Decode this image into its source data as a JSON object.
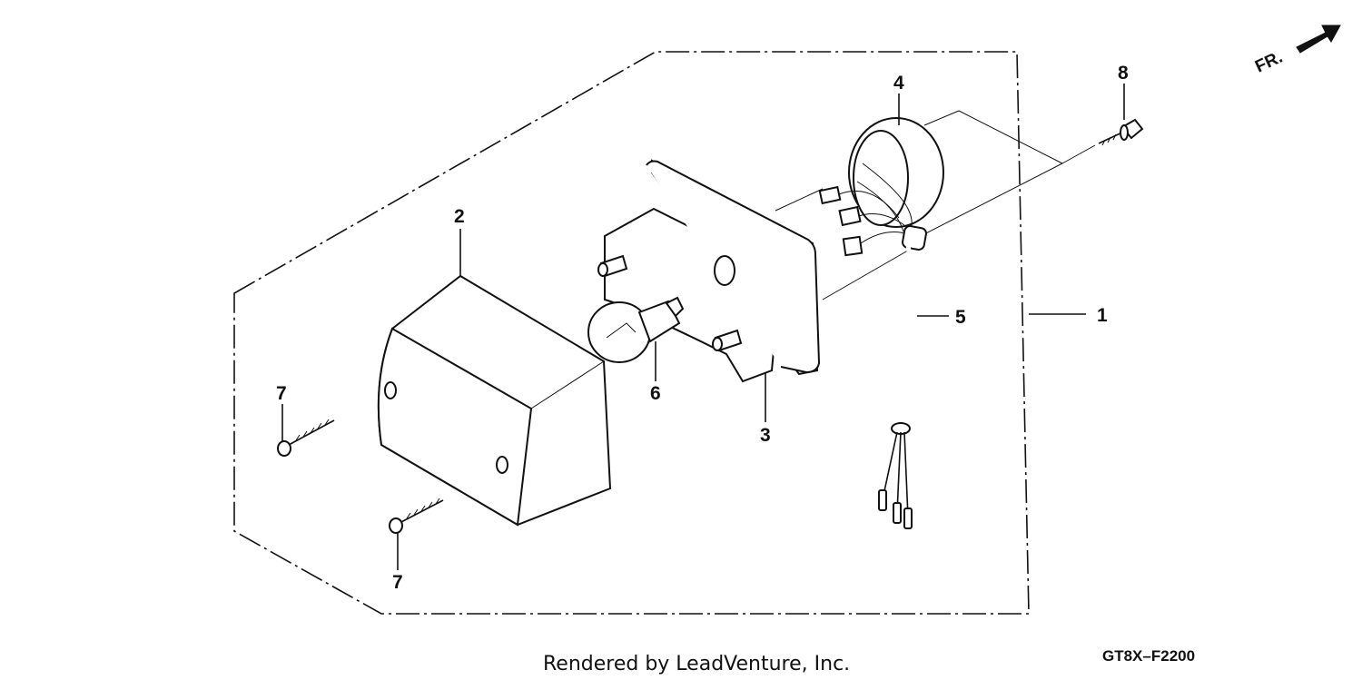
{
  "callouts": {
    "c1": "1",
    "c2": "2",
    "c3": "3",
    "c4": "4",
    "c5": "5",
    "c6": "6",
    "c7a": "7",
    "c7b": "7",
    "c8": "8"
  },
  "direction_label": "FR.",
  "diagram_code": "GT8X–F2200",
  "footer": "Rendered by LeadVenture, Inc."
}
